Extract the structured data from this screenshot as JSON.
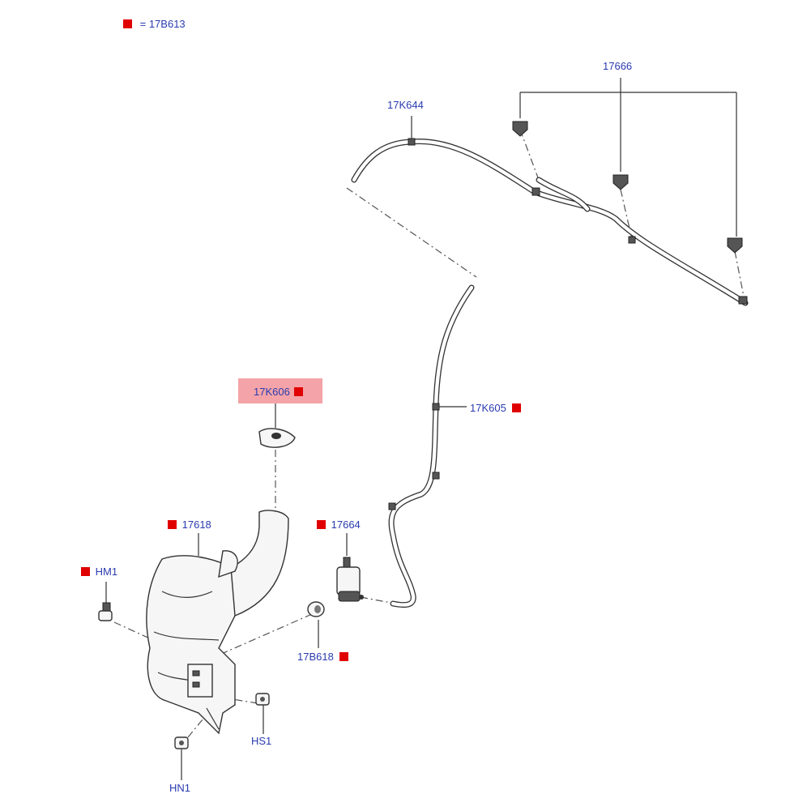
{
  "legend": {
    "text": "= 17B613",
    "marker_color": "#e00000"
  },
  "labels": {
    "p17666": "17666",
    "p17k644": "17K644",
    "p17k606": "17K606",
    "p17k605": "17K605",
    "p17618": "17618",
    "p17664": "17664",
    "phm1": "HM1",
    "p17b618": "17B618",
    "phs1": "HS1",
    "phn1": "HN1"
  },
  "colors": {
    "label_text": "#2a3bb0",
    "marker": "#e00000",
    "highlight": "#f4a3a8"
  }
}
